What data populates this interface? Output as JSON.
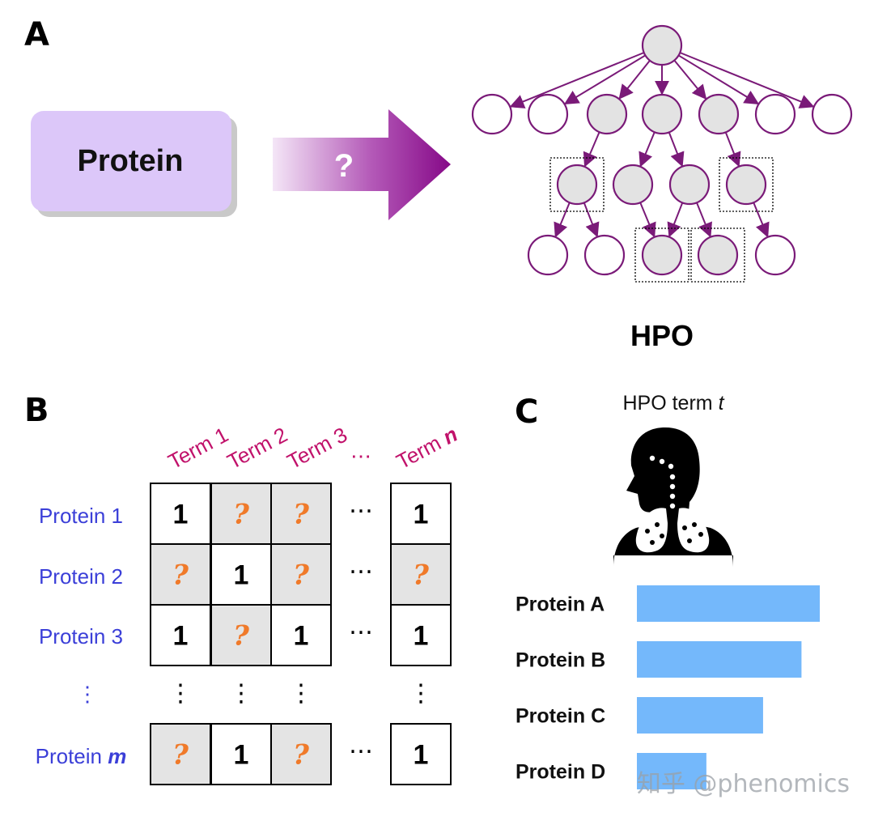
{
  "panels": {
    "a": "A",
    "b": "B",
    "c": "C"
  },
  "panel_a": {
    "protein_box": "Protein",
    "arrow_label": "?",
    "hpo_title": "HPO"
  },
  "panel_b": {
    "columns": [
      "Term 1",
      "Term 2",
      "Term 3",
      "⋯",
      "Term n"
    ],
    "rows": [
      "Protein 1",
      "Protein 2",
      "Protein 3",
      "⋮",
      "Protein m"
    ],
    "cells": [
      [
        "1",
        "?",
        "?",
        "⋯",
        "1"
      ],
      [
        "?",
        "1",
        "?",
        "⋯",
        "?"
      ],
      [
        "1",
        "?",
        "1",
        "⋯",
        "1"
      ],
      [
        "⋮",
        "⋮",
        "⋮",
        "",
        "⋮"
      ],
      [
        "?",
        "1",
        "?",
        "⋯",
        "1"
      ]
    ]
  },
  "panel_c": {
    "term_label": "HPO term t",
    "chart_data": {
      "type": "bar",
      "orientation": "horizontal",
      "categories": [
        "Protein A",
        "Protein B",
        "Protein C",
        "Protein D"
      ],
      "values": [
        1.0,
        0.9,
        0.69,
        0.38
      ],
      "colors": [
        "#74b8fb"
      ]
    }
  },
  "watermark": "知乎 @phenomics",
  "colors": {
    "node_stroke": "#7a1a78",
    "node_fill_active": "#e3e3e3",
    "protein_box": "#dcc7f9",
    "arrow": "#8a0a8c",
    "bar": "#74b8fb"
  }
}
